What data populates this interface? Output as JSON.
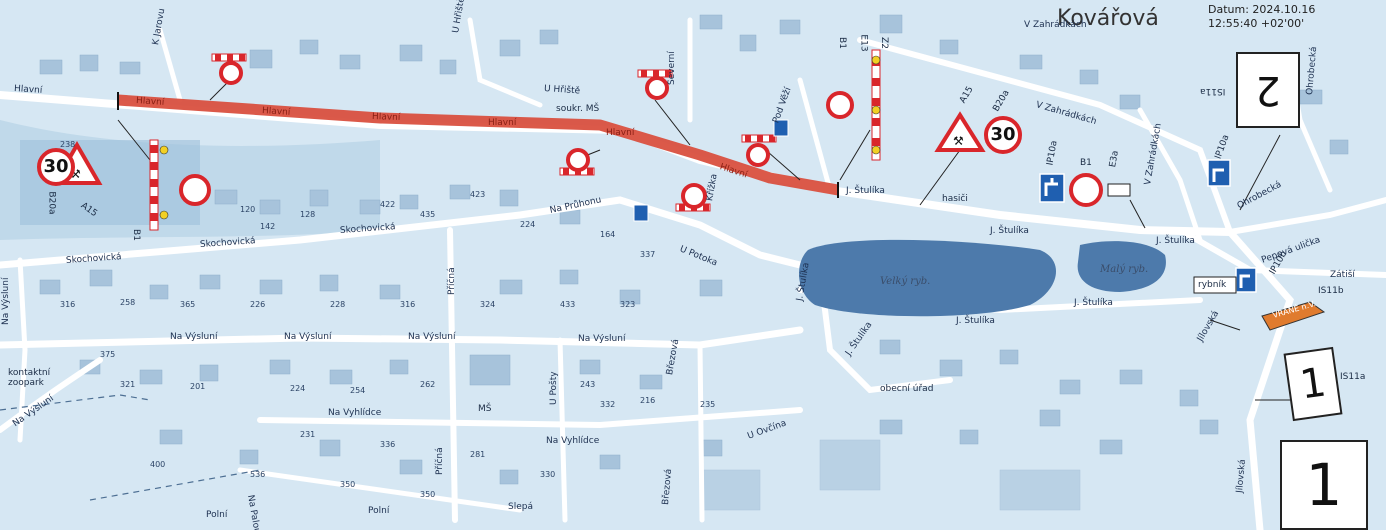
{
  "village": "Kovářová",
  "datum_line1": "Datum: 2024.10.16",
  "datum_line2": "12:55:40 +02'00'",
  "section_labels": {
    "one_box": "1",
    "one_tag": "1",
    "two_tag": "2"
  },
  "speed_limit": "30",
  "sign_codes": {
    "a15_left": "A15",
    "b20a_left": "B20a",
    "a15_right": "A15",
    "b20a_right": "B20a",
    "b1_right": "B1",
    "e3a_right": "E3a",
    "ip10a": "IP10a",
    "ip10b": "IP10b",
    "is11a_top": "IS11a",
    "is11a_bottom": "IS11a",
    "is11b": "IS11b",
    "ip10a_lower": "IP10a",
    "b1_left": "B1",
    "e13": "E13",
    "z2": "Z2",
    "b1_mid": "B1"
  },
  "streets": {
    "hlavni": "Hlavní",
    "skochovicka": "Skochovická",
    "na_pruhonu": "Na Průhonu",
    "na_vysluni": "Na Výsluní",
    "na_vyhlidce": "Na Vyhlídce",
    "j_stulika": "J. Štulíka",
    "u_potoka": "U Potoka",
    "u_ovcina": "U Ovčína",
    "v_zahradkach": "V Zahrádkách",
    "ohrobecka": "Ohrobecká",
    "jilovska": "Jílovská",
    "pecinska": "Pepová ulička",
    "zatisi": "Zátiší",
    "u_hriste": "U Hřiště",
    "severni": "Severní",
    "pricna": "Příčná",
    "u_posty": "U Pošty",
    "brezova": "Březová",
    "polni": "Polní",
    "slepa": "Slepá",
    "na_palouku": "Na Palouku",
    "krizka": "Křížka",
    "k_jarovu": "K Jarovu",
    "pod_vezi": "Pod Věží",
    "u_hriste_top": "U Hřiště",
    "na_vysluni_vert": "Na Výsluní"
  },
  "places": {
    "velky_ryb": "Velký ryb.",
    "maly_ryb": "Malý ryb.",
    "obecni_urad": "obecní úřad",
    "kontaktni_zoopark": "kontaktní zoopark",
    "ms": "MŠ",
    "soukr_ms": "soukr. MŠ",
    "hasici": "hasiči",
    "rybnik": "rybník",
    "vrane": "VRANÉ n.V."
  },
  "building_numbers": [
    "238",
    "120",
    "142",
    "128",
    "422",
    "435",
    "423",
    "224",
    "164",
    "337",
    "316",
    "258",
    "365",
    "226",
    "228",
    "316",
    "324",
    "433",
    "323",
    "321",
    "201",
    "224",
    "254",
    "262",
    "243",
    "216",
    "231",
    "336",
    "281",
    "375",
    "400",
    "536",
    "350",
    "350",
    "330",
    "332",
    "235"
  ],
  "colors": {
    "map_bg": "#d9e9f4",
    "road": "#ffffff",
    "building": "#a9c4dc",
    "pond": "#4a76a8",
    "route": "#d9503f",
    "sign_red": "#d9262b"
  }
}
